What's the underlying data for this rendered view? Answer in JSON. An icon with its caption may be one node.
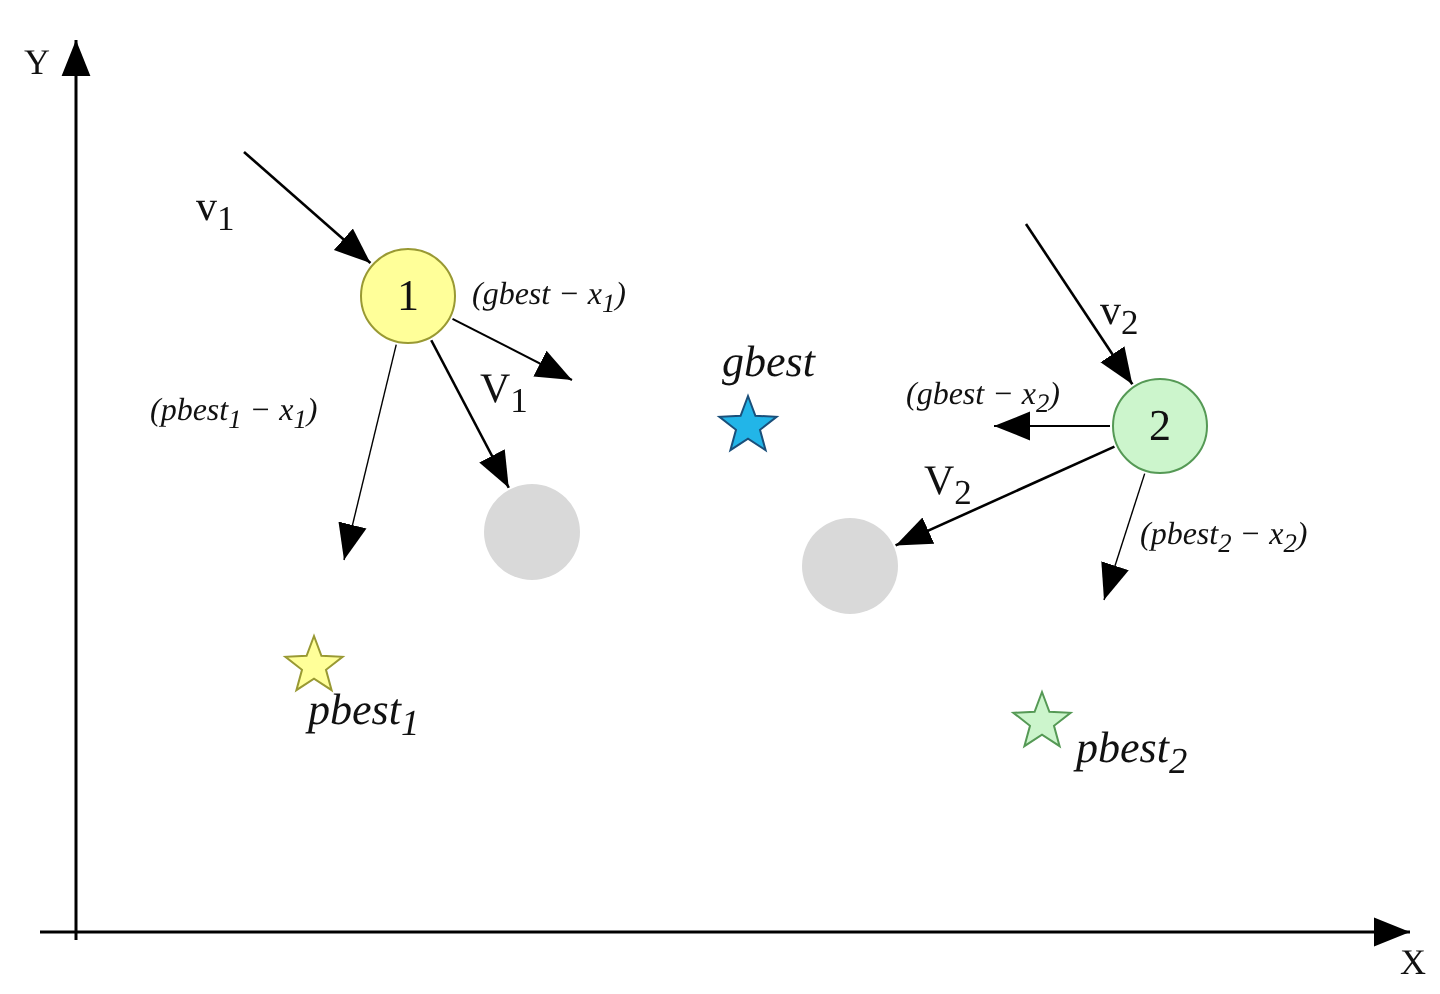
{
  "diagram": {
    "nodes": [
      {
        "text": [
          "1"
        ]
      },
      {
        "text": [],
        "shape": "circle"
      },
      {
        "text": [
          "pbest$_{1}$"
        ]
      },
      {
        "text": [
          "gbest"
        ]
      },
      {
        "text": [
          "2"
        ]
      },
      {
        "text": [],
        "shape": "circle"
      },
      {
        "text": [
          "pbest$_{2}$"
        ]
      }
    ],
    "edges": [
      {
        "from": null,
        "to": 0,
        "arrow": "to",
        "label": "v$_{1}$"
      },
      {
        "from": 0,
        "to": null,
        "arrow": "to",
        "label": "(gbest − x$_{1}$)"
      },
      {
        "from": 0,
        "to": 1,
        "arrow": "to",
        "label": "V$_{1}$"
      },
      {
        "from": 0,
        "to": null,
        "arrow": "to",
        "label": "(pbest$_{1}$ − x$_{1}$)"
      },
      {
        "from": null,
        "to": 4,
        "arrow": "to",
        "label": "v$_{2}$"
      },
      {
        "from": 4,
        "to": null,
        "arrow": "to",
        "label": "(gbest − x$_{2}$)"
      },
      {
        "from": 4,
        "to": 5,
        "arrow": "to",
        "label": "V$_{2}$"
      },
      {
        "from": 4,
        "to": null,
        "arrow": "to",
        "label": "(pbest$_{2}$ − x$_{2}$)"
      }
    ],
    "labels": [
      "Y",
      "X"
    ]
  }
}
